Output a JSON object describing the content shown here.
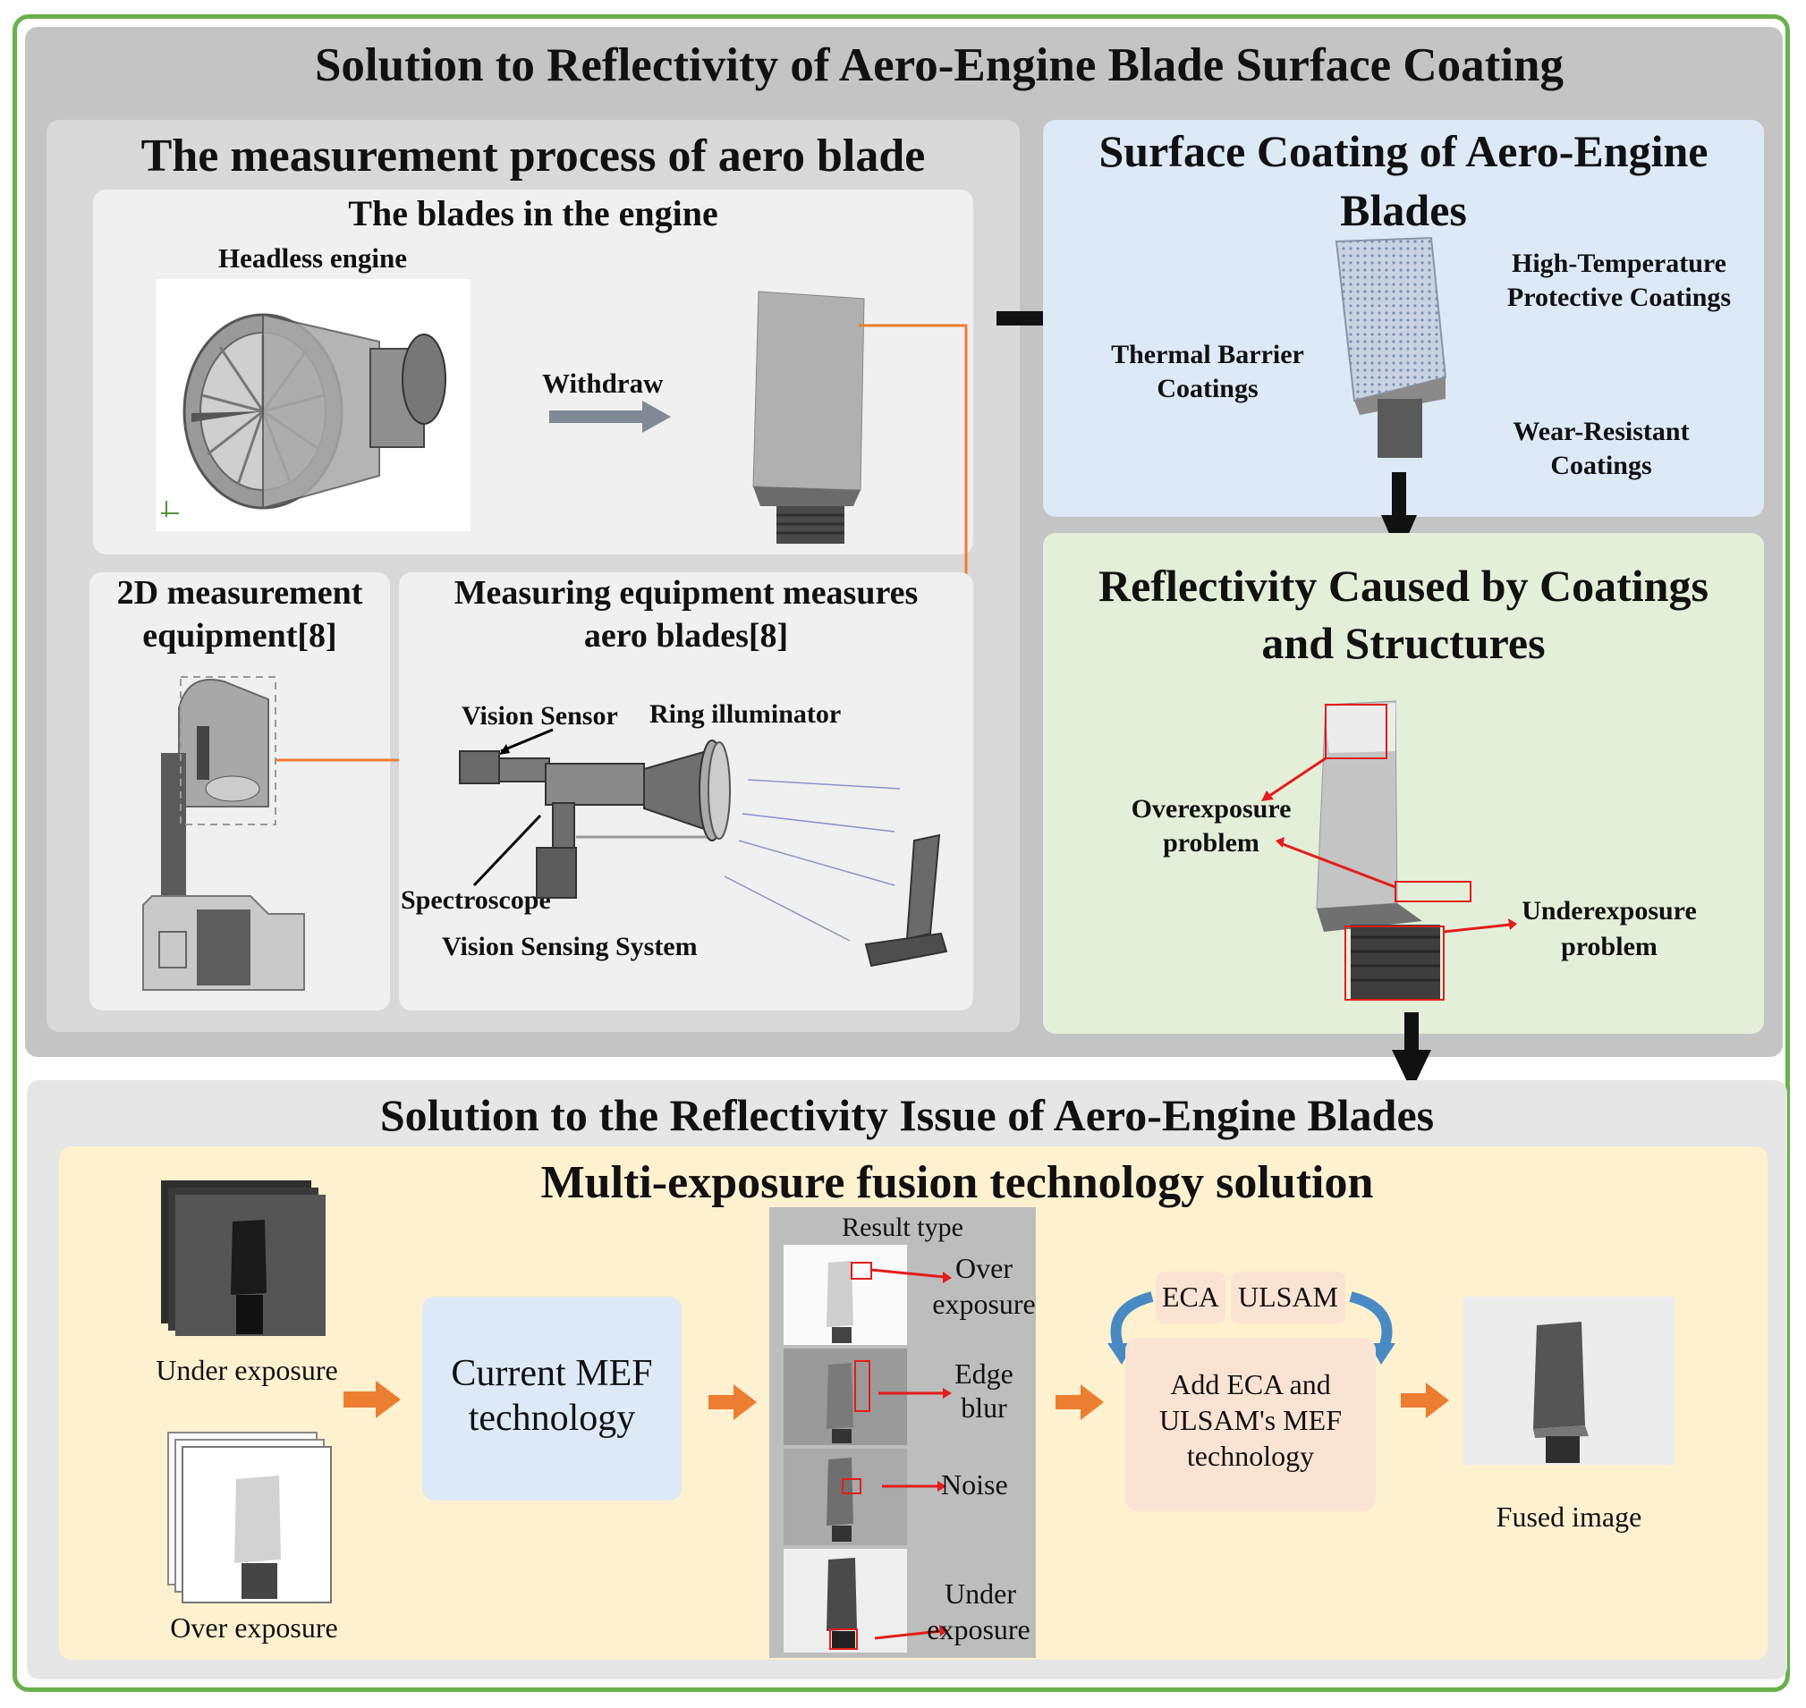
{
  "main_title": "Solution to Reflectivity of Aero-Engine Blade Surface Coating",
  "measurement": {
    "title": "The measurement process of aero blade",
    "blades_in_engine": {
      "title": "The blades in the engine",
      "engine_label": "Headless engine",
      "arrow_label": "Withdraw"
    },
    "equipment_2d": {
      "title_line1": "2D measurement",
      "title_line2": "equipment[8]"
    },
    "measuring": {
      "title_line1": "Measuring equipment measures",
      "title_line2": "aero blades[8]",
      "vision_sensor": "Vision Sensor",
      "ring_illuminator": "Ring illuminator",
      "spectroscope": "Spectroscope",
      "system": "Vision Sensing System"
    }
  },
  "coating": {
    "title_line1": "Surface Coating of Aero-Engine",
    "title_line2": "Blades",
    "high_temp_line1": "High-Temperature",
    "high_temp_line2": "Protective Coatings",
    "thermal_line1": "Thermal Barrier",
    "thermal_line2": "Coatings",
    "wear_line1": "Wear-Resistant",
    "wear_line2": "Coatings"
  },
  "reflectivity": {
    "title_line1": "Reflectivity Caused by Coatings",
    "title_line2": "and Structures",
    "over_line1": "Overexposure",
    "over_line2": "problem",
    "under_line1": "Underexposure",
    "under_line2": "problem"
  },
  "solution": {
    "title": "Solution to the Reflectivity Issue of Aero-Engine Blades",
    "mef_title": "Multi-exposure fusion technology solution",
    "under_exposure": "Under exposure",
    "over_exposure": "Over exposure",
    "current_mef_line1": "Current MEF",
    "current_mef_line2": "technology",
    "result_type": "Result type",
    "results": {
      "over_line1": "Over",
      "over_line2": "exposure",
      "edge_line1": "Edge",
      "edge_line2": "blur",
      "noise": "Noise",
      "under_line1": "Under",
      "under_line2": "exposure"
    },
    "eca": "ECA",
    "ulsam": "ULSAM",
    "add_line1": "Add ECA and",
    "add_line2": "ULSAM's MEF",
    "add_line3": "technology",
    "fused": "Fused image"
  },
  "colors": {
    "border_green": "#6ab04c",
    "outer_gray": "#c8c8c8",
    "inner_gray": "#dcdcdc",
    "blue_panel": "#dde9f6",
    "green_panel": "#e3efd9",
    "yellow_panel": "#fdf1d0",
    "orange_arrow": "#ed7d31",
    "blue_arrow": "#4a8ac4",
    "red_mark": "#e31c1c"
  }
}
